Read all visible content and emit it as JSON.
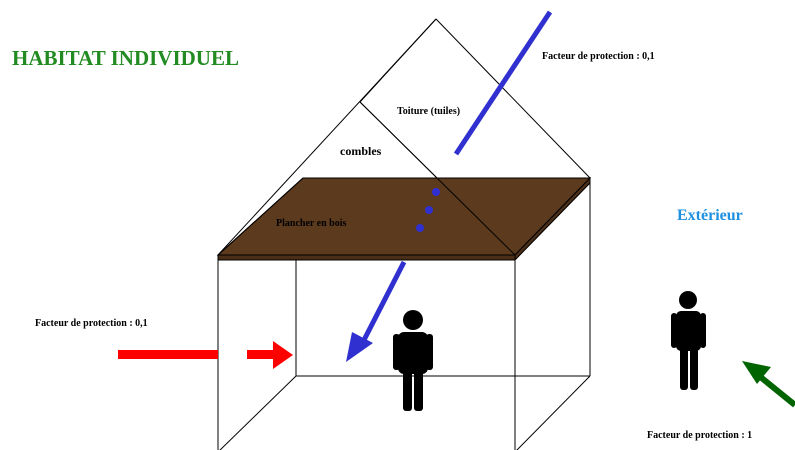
{
  "title": "HABITAT INDIVIDUEL",
  "exterior_label": "Extérieur",
  "labels": {
    "roof_factor": "Facteur de protection : 0,1",
    "roof": "Toiture (tuiles)",
    "attic": "combles",
    "floor": "Plancher en bois",
    "wall_factor": "Facteur de protection : 0,1",
    "exterior_factor": "Facteur de protection : 1"
  },
  "colors": {
    "title": "#228b22",
    "exterior_label": "#1e90e0",
    "floor": "#5c3a1e",
    "roof_ray": "#3030d0",
    "wall_ray": "#ff0000",
    "exterior_ray": "#006400",
    "person": "#000000"
  },
  "icons": [
    "person-icon-inside",
    "person-icon-outside"
  ]
}
